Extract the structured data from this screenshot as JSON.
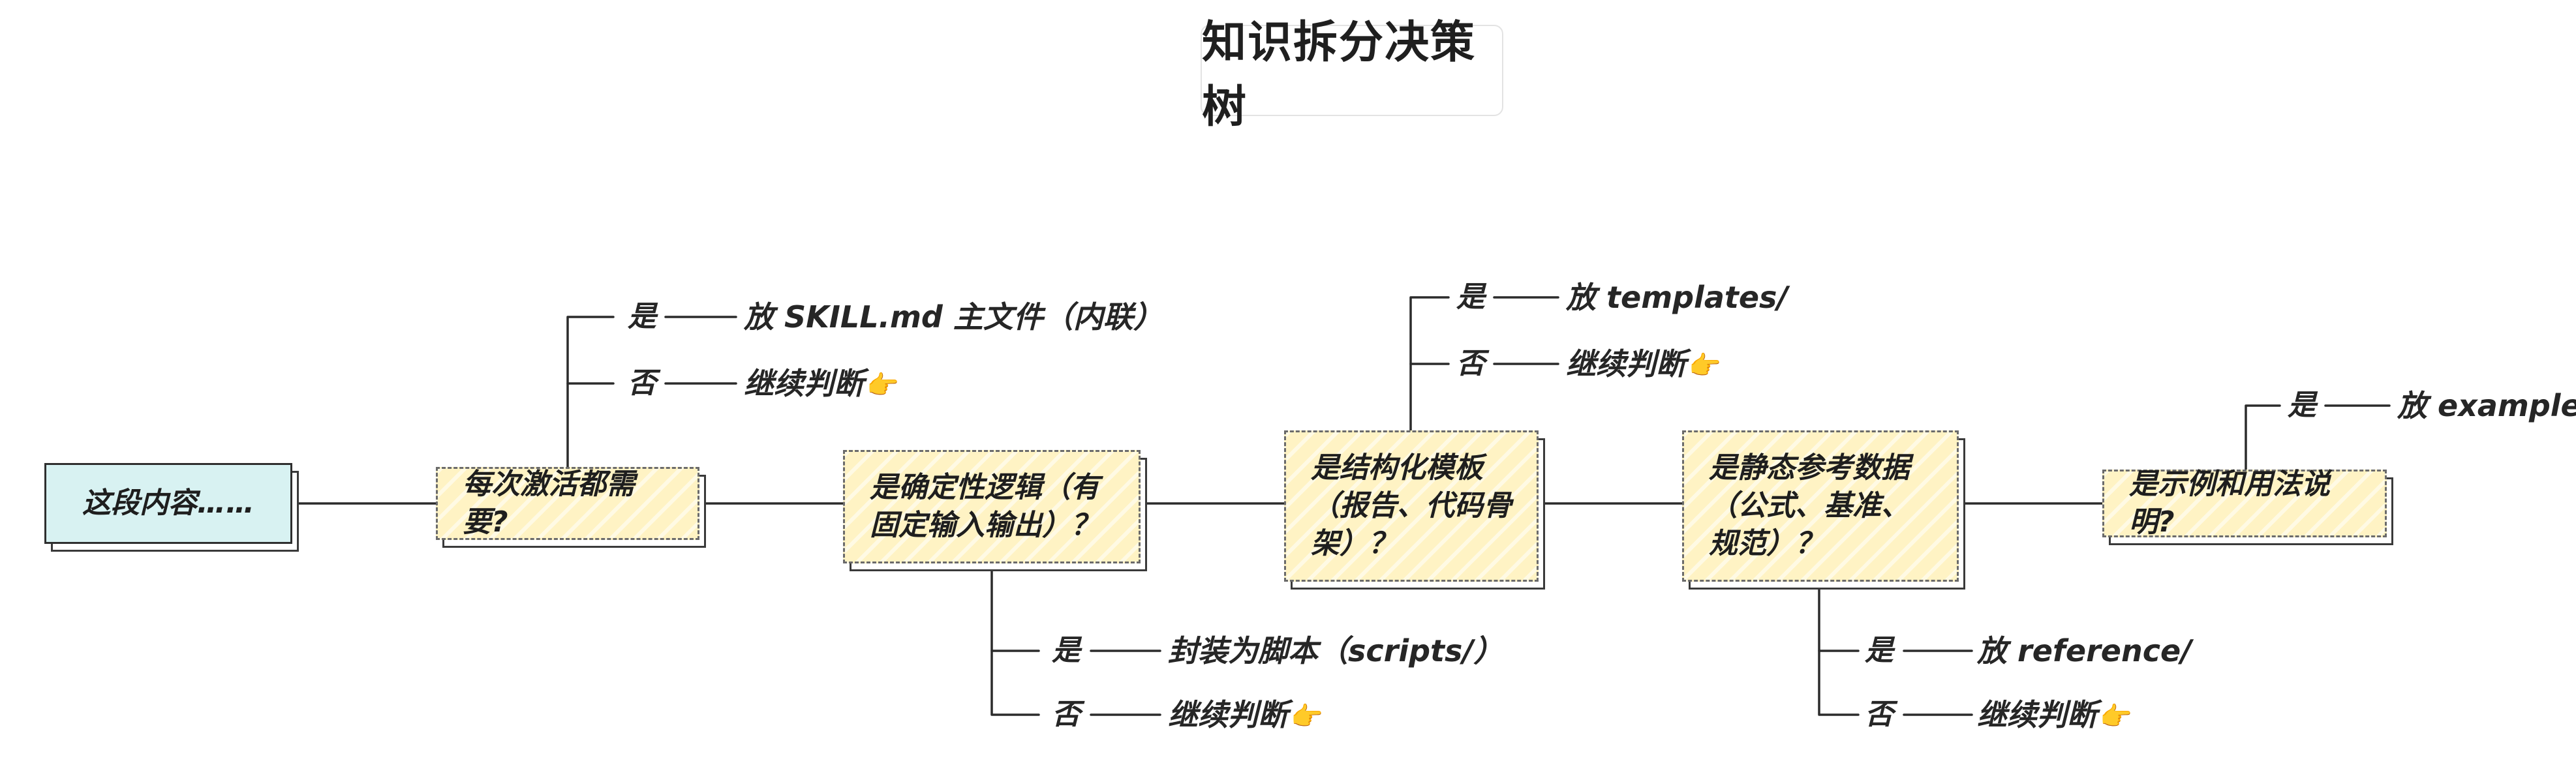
{
  "title": "知识拆分决策树",
  "root": {
    "label": "这段内容……"
  },
  "decisions": [
    {
      "question": "每次激活都需要?",
      "yes": {
        "label": "是",
        "outcome": "放 SKILL.md 主文件（内联）"
      },
      "no": {
        "label": "否",
        "outcome": "继续判断",
        "icon": "👉"
      }
    },
    {
      "question": "是确定性逻辑（有固定输入输出）？",
      "yes": {
        "label": "是",
        "outcome": "封装为脚本（scripts/）"
      },
      "no": {
        "label": "否",
        "outcome": "继续判断",
        "icon": "👉"
      }
    },
    {
      "question": "是结构化模板（报告、代码骨架）？",
      "yes": {
        "label": "是",
        "outcome": "放 templates/"
      },
      "no": {
        "label": "否",
        "outcome": "继续判断",
        "icon": "👉"
      }
    },
    {
      "question": "是静态参考数据（公式、基准、规范）？",
      "yes": {
        "label": "是",
        "outcome": "放 reference/"
      },
      "no": {
        "label": "否",
        "outcome": "继续判断",
        "icon": "👉"
      }
    },
    {
      "question": "是示例和用法说明?",
      "yes": {
        "label": "是",
        "outcome": "放 examples/"
      }
    }
  ]
}
